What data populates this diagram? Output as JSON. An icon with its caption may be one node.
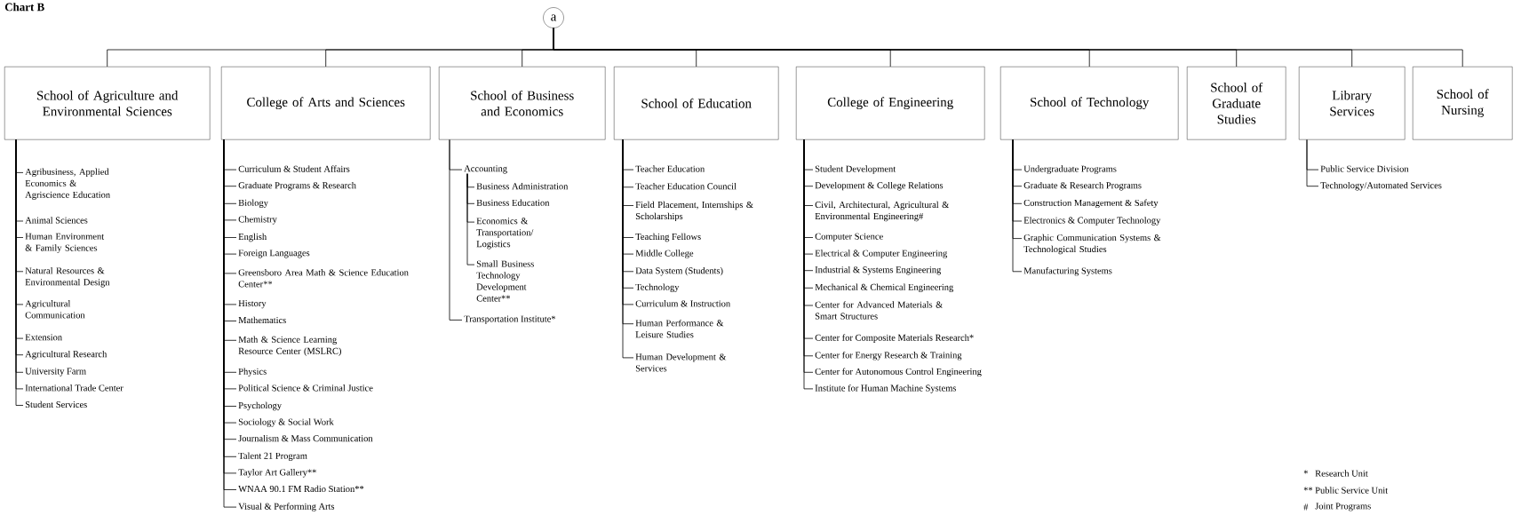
{
  "diagram": {
    "title": "Chart B",
    "nodes": [
      {
        "text": [
          "a"
        ]
      },
      {
        "text": [
          "School of Agriculture and Environmental Sciences"
        ]
      },
      {
        "text": [
          "College of Arts and Sciences"
        ]
      },
      {
        "text": [
          "School of Business and Economics"
        ]
      },
      {
        "text": [
          "School of Education"
        ]
      },
      {
        "text": [
          "College of Engineering"
        ]
      },
      {
        "text": [
          "School of Technology"
        ]
      },
      {
        "text": [
          "School of Graduate Studies"
        ]
      },
      {
        "text": [
          "Library Services"
        ]
      },
      {
        "text": [
          "School of Nursing"
        ]
      },
      {
        "text": [
          "Agribusiness, Applied Economics & Agriscience Education"
        ]
      },
      {
        "text": [
          "Animal Sciences"
        ]
      },
      {
        "text": [
          "Human Environment & Family Sciences"
        ]
      },
      {
        "text": [
          "Natural Resources & Environmental Design"
        ]
      },
      {
        "text": [
          "Agricultural Communication"
        ]
      },
      {
        "text": [
          "Extension"
        ]
      },
      {
        "text": [
          "Agricultural Research"
        ]
      },
      {
        "text": [
          "University Farm"
        ]
      },
      {
        "text": [
          "International Trade Center"
        ]
      },
      {
        "text": [
          "Student Services"
        ]
      },
      {
        "text": [
          "Curriculum & Student Affairs"
        ]
      },
      {
        "text": [
          "Graduate Programs & Research"
        ]
      },
      {
        "text": [
          "Biology"
        ]
      },
      {
        "text": [
          "Chemistry"
        ]
      },
      {
        "text": [
          "English"
        ]
      },
      {
        "text": [
          "Foreign Languages"
        ]
      },
      {
        "text": [
          "Greensboro Area Math & Science Education Center**"
        ]
      },
      {
        "text": [
          "History"
        ]
      },
      {
        "text": [
          "Mathematics"
        ]
      },
      {
        "text": [
          "Math & Science Learning Resource Center (MSLRC)"
        ]
      },
      {
        "text": [
          "Physics"
        ]
      },
      {
        "text": [
          "Political Science & Criminal Justice"
        ]
      },
      {
        "text": [
          "Psychology"
        ]
      },
      {
        "text": [
          "Sociology & Social Work"
        ]
      },
      {
        "text": [
          "Journalism & Mass Communication"
        ]
      },
      {
        "text": [
          "Talent 21 Program"
        ]
      },
      {
        "text": [
          "Taylor Art Gallery**"
        ]
      },
      {
        "text": [
          "WNAA 90.1 FM Radio Station**"
        ]
      },
      {
        "text": [
          "Visual & Performing Arts"
        ]
      },
      {
        "text": [
          "Accounting"
        ]
      },
      {
        "text": [
          "Business Administration"
        ]
      },
      {
        "text": [
          "Business Education"
        ]
      },
      {
        "text": [
          "Economics & Transportation/ Logistics"
        ]
      },
      {
        "text": [
          "Small Business Technology Development Center**"
        ]
      },
      {
        "text": [
          "Transportation Institute*"
        ]
      },
      {
        "text": [
          "Teacher Education"
        ]
      },
      {
        "text": [
          "Teacher Education Council"
        ]
      },
      {
        "text": [
          "Field Placement, Internships & Scholarships"
        ]
      },
      {
        "text": [
          "Teaching Fellows"
        ]
      },
      {
        "text": [
          "Middle College"
        ]
      },
      {
        "text": [
          "Data System (Students)"
        ]
      },
      {
        "text": [
          "Technology"
        ]
      },
      {
        "text": [
          "Curriculum & Instruction"
        ]
      },
      {
        "text": [
          "Human Performance & Leisure Studies"
        ]
      },
      {
        "text": [
          "Human Development & Services"
        ]
      },
      {
        "text": [
          "Student Development"
        ]
      },
      {
        "text": [
          "Development & College Relations"
        ]
      },
      {
        "text": [
          "Civil, Architectural, Agricultural & Environmental Engineering#"
        ]
      },
      {
        "text": [
          "Computer Science"
        ]
      },
      {
        "text": [
          "Electrical & Computer Engineering"
        ]
      },
      {
        "text": [
          "Industrial & Systems Engineering"
        ]
      },
      {
        "text": [
          "Mechanical & Chemical Engineering"
        ]
      },
      {
        "text": [
          "Center for Advanced Materials & Smart Structures"
        ]
      },
      {
        "text": [
          "Center for Composite Materials Research*"
        ]
      },
      {
        "text": [
          "Center for Energy Research & Training"
        ]
      },
      {
        "text": [
          "Center for Autonomous Control Engineering"
        ]
      },
      {
        "text": [
          "Institute for Human Machine Systems"
        ]
      },
      {
        "text": [
          "Undergraduate Programs"
        ]
      },
      {
        "text": [
          "Graduate & Research Programs"
        ]
      },
      {
        "text": [
          "Construction Management & Safety"
        ]
      },
      {
        "text": [
          "Electronics & Computer Technology"
        ]
      },
      {
        "text": [
          "Graphic Communication Systems & Technological Studies"
        ]
      },
      {
        "text": [
          "Manufacturing Systems"
        ]
      },
      {
        "text": [
          "Public Service Division"
        ]
      },
      {
        "text": [
          "Technology/Automated Services"
        ]
      }
    ],
    "edges": [
      {
        "from": 0,
        "to": 1,
        "arrow": "none"
      },
      {
        "from": 0,
        "to": 2,
        "arrow": "none"
      },
      {
        "from": 0,
        "to": 3,
        "arrow": "none"
      },
      {
        "from": 0,
        "to": 4,
        "arrow": "none"
      },
      {
        "from": 0,
        "to": 5,
        "arrow": "none"
      },
      {
        "from": 0,
        "to": 6,
        "arrow": "none"
      },
      {
        "from": 0,
        "to": 7,
        "arrow": "none"
      },
      {
        "from": 0,
        "to": 8,
        "arrow": "none"
      },
      {
        "from": 0,
        "to": 9,
        "arrow": "none"
      },
      {
        "from": 1,
        "to": 10,
        "arrow": "none"
      },
      {
        "from": 1,
        "to": 11,
        "arrow": "none"
      },
      {
        "from": 1,
        "to": 12,
        "arrow": "none"
      },
      {
        "from": 1,
        "to": 13,
        "arrow": "none"
      },
      {
        "from": 1,
        "to": 14,
        "arrow": "none"
      },
      {
        "from": 1,
        "to": 15,
        "arrow": "none"
      },
      {
        "from": 1,
        "to": 16,
        "arrow": "none"
      },
      {
        "from": 1,
        "to": 17,
        "arrow": "none"
      },
      {
        "from": 1,
        "to": 18,
        "arrow": "none"
      },
      {
        "from": 1,
        "to": 19,
        "arrow": "none"
      },
      {
        "from": 2,
        "to": 20,
        "arrow": "none"
      },
      {
        "from": 2,
        "to": 21,
        "arrow": "none"
      },
      {
        "from": 2,
        "to": 22,
        "arrow": "none"
      },
      {
        "from": 2,
        "to": 23,
        "arrow": "none"
      },
      {
        "from": 2,
        "to": 24,
        "arrow": "none"
      },
      {
        "from": 2,
        "to": 25,
        "arrow": "none"
      },
      {
        "from": 2,
        "to": 26,
        "arrow": "none"
      },
      {
        "from": 2,
        "to": 27,
        "arrow": "none"
      },
      {
        "from": 2,
        "to": 28,
        "arrow": "none"
      },
      {
        "from": 2,
        "to": 29,
        "arrow": "none"
      },
      {
        "from": 2,
        "to": 30,
        "arrow": "none"
      },
      {
        "from": 2,
        "to": 31,
        "arrow": "none"
      },
      {
        "from": 2,
        "to": 32,
        "arrow": "none"
      },
      {
        "from": 2,
        "to": 33,
        "arrow": "none"
      },
      {
        "from": 2,
        "to": 34,
        "arrow": "none"
      },
      {
        "from": 2,
        "to": 35,
        "arrow": "none"
      },
      {
        "from": 2,
        "to": 36,
        "arrow": "none"
      },
      {
        "from": 2,
        "to": 37,
        "arrow": "none"
      },
      {
        "from": 2,
        "to": 38,
        "arrow": "none"
      },
      {
        "from": 3,
        "to": 39,
        "arrow": "none"
      },
      {
        "from": 39,
        "to": 40,
        "arrow": "none"
      },
      {
        "from": 39,
        "to": 41,
        "arrow": "none"
      },
      {
        "from": 39,
        "to": 42,
        "arrow": "none"
      },
      {
        "from": 39,
        "to": 43,
        "arrow": "none"
      },
      {
        "from": 3,
        "to": 44,
        "arrow": "none"
      },
      {
        "from": 4,
        "to": 45,
        "arrow": "none"
      },
      {
        "from": 4,
        "to": 46,
        "arrow": "none"
      },
      {
        "from": 4,
        "to": 47,
        "arrow": "none"
      },
      {
        "from": 4,
        "to": 48,
        "arrow": "none"
      },
      {
        "from": 4,
        "to": 49,
        "arrow": "none"
      },
      {
        "from": 4,
        "to": 50,
        "arrow": "none"
      },
      {
        "from": 4,
        "to": 51,
        "arrow": "none"
      },
      {
        "from": 4,
        "to": 52,
        "arrow": "none"
      },
      {
        "from": 4,
        "to": 53,
        "arrow": "none"
      },
      {
        "from": 4,
        "to": 54,
        "arrow": "none"
      },
      {
        "from": 5,
        "to": 55,
        "arrow": "none"
      },
      {
        "from": 5,
        "to": 56,
        "arrow": "none"
      },
      {
        "from": 5,
        "to": 57,
        "arrow": "none"
      },
      {
        "from": 5,
        "to": 58,
        "arrow": "none"
      },
      {
        "from": 5,
        "to": 59,
        "arrow": "none"
      },
      {
        "from": 5,
        "to": 60,
        "arrow": "none"
      },
      {
        "from": 5,
        "to": 61,
        "arrow": "none"
      },
      {
        "from": 5,
        "to": 62,
        "arrow": "none"
      },
      {
        "from": 5,
        "to": 63,
        "arrow": "none"
      },
      {
        "from": 5,
        "to": 64,
        "arrow": "none"
      },
      {
        "from": 5,
        "to": 65,
        "arrow": "none"
      },
      {
        "from": 5,
        "to": 66,
        "arrow": "none"
      },
      {
        "from": 6,
        "to": 67,
        "arrow": "none"
      },
      {
        "from": 6,
        "to": 68,
        "arrow": "none"
      },
      {
        "from": 6,
        "to": 69,
        "arrow": "none"
      },
      {
        "from": 6,
        "to": 70,
        "arrow": "none"
      },
      {
        "from": 6,
        "to": 71,
        "arrow": "none"
      },
      {
        "from": 6,
        "to": 72,
        "arrow": "none"
      },
      {
        "from": 8,
        "to": 73,
        "arrow": "none"
      },
      {
        "from": 8,
        "to": 74,
        "arrow": "none"
      }
    ],
    "labels": [
      "*",
      "Research Unit",
      "**",
      "Public Service Unit",
      "#",
      "Joint Programs"
    ]
  }
}
